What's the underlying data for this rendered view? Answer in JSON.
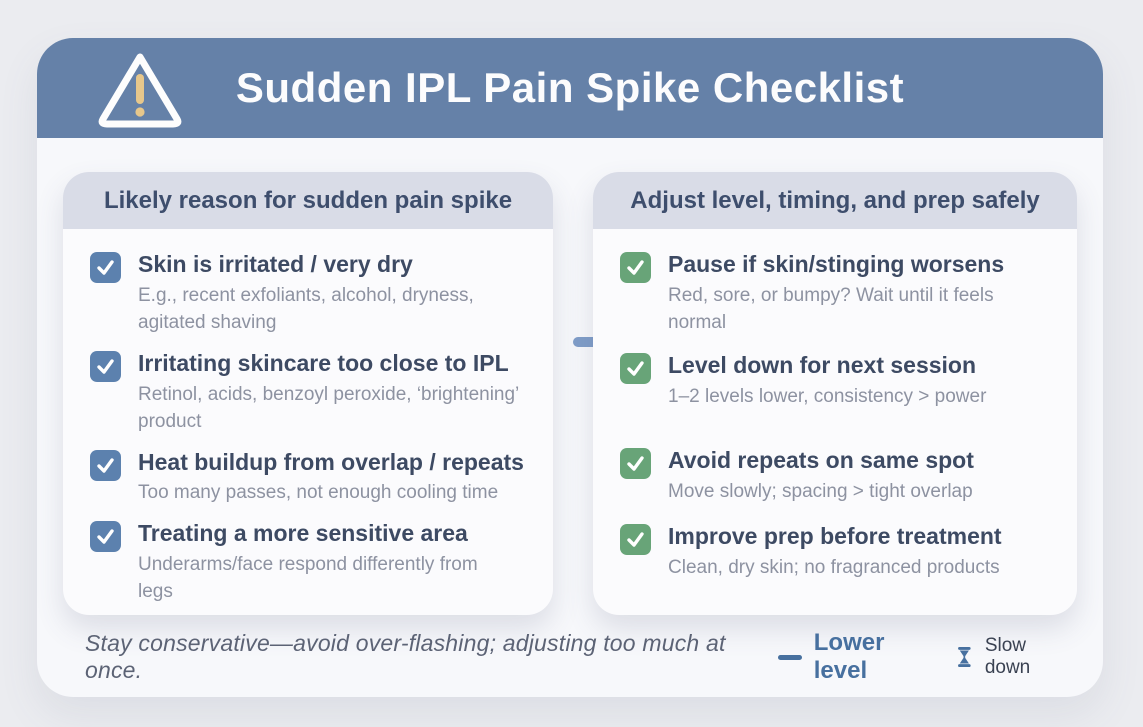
{
  "header": {
    "title": "Sudden IPL Pain Spike Checklist",
    "icon": "warning-triangle-icon"
  },
  "columns": [
    {
      "id": "reasons",
      "header": "Likely reason for sudden pain spike",
      "checkbox_icon": "checkmark-icon",
      "checkbox_color": "#5c81ae",
      "items": [
        {
          "title": "Skin is irritated / very dry",
          "subtitle": "E.g., recent exfoliants, alcohol, dryness, agitated shaving"
        },
        {
          "title": "Irritating skincare too close to IPL",
          "subtitle": "Retinol, acids, benzoyl peroxide, ‘brightening’ product"
        },
        {
          "title": "Heat buildup from overlap / repeats",
          "subtitle": "Too many passes, not enough cooling time"
        },
        {
          "title": "Treating a more sensitive area",
          "subtitle": "Underarms/face respond differently from legs"
        }
      ]
    },
    {
      "id": "adjustments",
      "header": "Adjust level, timing, and prep safely",
      "checkbox_icon": "checkmark-icon",
      "checkbox_color": "#68a478",
      "items": [
        {
          "title": "Pause if skin/stinging worsens",
          "subtitle": "Red, sore, or bumpy? Wait until it feels normal"
        },
        {
          "title": "Level down for next session",
          "subtitle": "1–2 levels lower, consistency > power"
        },
        {
          "title": "Avoid repeats on same spot",
          "subtitle": "Move slowly; spacing > tight overlap"
        },
        {
          "title": "Improve prep before treatment",
          "subtitle": "Clean, dry skin; no fragranced products"
        }
      ]
    }
  ],
  "flow": {
    "icon": "arrow-right-icon"
  },
  "footer": {
    "note": "Stay conservative—avoid over-flashing; adjusting too much at once.",
    "legend": [
      {
        "icon": "dash-icon",
        "label": "Lower level"
      },
      {
        "icon": "hourglass-icon",
        "label": "Slow down"
      }
    ]
  },
  "colors": {
    "page_bg": "#ebecf0",
    "card_bg": "#f7f8fb",
    "header_bg": "#6581a8",
    "band_bg": "#d9dce7",
    "panel_bg": "#fbfbfd",
    "check_blue": "#5c81ae",
    "check_green": "#68a478",
    "gold": "#e7c78b",
    "arrow": "#7f9dc8",
    "legend_blue": "#47709f",
    "band_text": "#3e4e6d",
    "title_text": "#3d4a63",
    "subtitle_text": "#8d92a1",
    "note_text": "#5c6375",
    "slowdown_text": "#3a4252",
    "title_white": "#fcfcfd"
  }
}
